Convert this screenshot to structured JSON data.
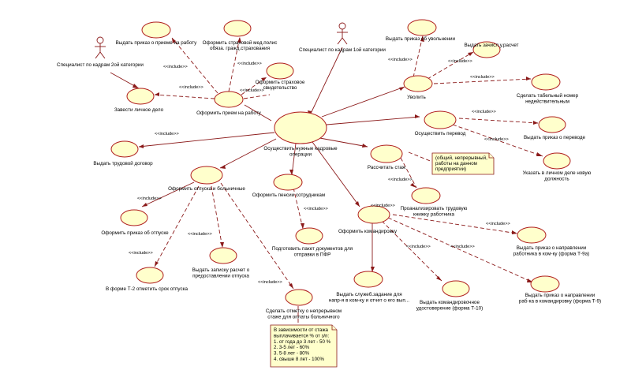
{
  "actors": {
    "cat2": "Специалист по кадрам 2ой категории",
    "cat1": "Специалист по кадрам 1ой категории"
  },
  "use_cases": {
    "main": [
      "Осуществить нужные кадровые",
      "операции"
    ],
    "hire": "Оформить прием на работу",
    "hire_order": "Выдать приказ о приеме на работу",
    "insurance_policy": [
      "Оформить страховой мед.полис",
      "обяза. гражд.страхования"
    ],
    "insurance_cert": [
      "Оформить страховое",
      "свидетельство"
    ],
    "personal_file": "Завести личное дело",
    "labor_contract": "Выдать трудовой договор",
    "dismiss": "Уволить",
    "dismiss_order": "Выдать приказ об увольнении",
    "pay_out": "Выдать зачисл.у.расчет",
    "tab_number": [
      "Сделать табельный номер",
      "недействительным"
    ],
    "transfer": "Осуществить перевод",
    "transfer_order": "Выдать приказ о переводе",
    "new_position": [
      "Указать в личном деле новую",
      "должность"
    ],
    "seniority": "Рассчитать стаж",
    "analyze_book": [
      "Проанализировать трудовую",
      "книжку работника"
    ],
    "vacations": "Оформить отпуска и больничные",
    "vacation_order": "Оформить приказ об отпуске",
    "vacation_calc": [
      "Выдать записку расчет о",
      "предоставлении отпуска"
    ],
    "t2_form": "В форме Т-2 отметить срок отпуска",
    "sick_leave": [
      "Сделать отметку о непрерывном",
      "стаже для оплаты больничного"
    ],
    "pension": "Оформить пенсии сотрудникам",
    "pfr_package": [
      "Подготовить пакет документов для",
      "отправки в ПФР"
    ],
    "business_trip": "Оформить командировку",
    "trip_task": [
      "Выдать служеб.задание для",
      "напр-я в ком-ку и отчет о его вып..."
    ],
    "trip_cert": [
      "Выдать командировочное",
      "удостоверение (форма Т-10)"
    ],
    "trip_order_t9a": [
      "Выдать приказ о направлении",
      "работника в ком-ку (форма Т-9а)"
    ],
    "trip_order_t9": [
      "Выдать приказ о направлении",
      "раб-ка в командировку (форма Т-9)"
    ]
  },
  "include_label": "<<include>>",
  "notes": {
    "continuous": [
      "(общий, непрерывный,",
      "работы на данном",
      "предприятии)"
    ],
    "sick_pay": [
      "В зависимости от стажа",
      "выплачивается % от з/п:",
      "1. от года до 3 лет - 50 %",
      "2. 3-5 лет - 60%",
      "3. 5-8 лет - 80%",
      "4. свыше 8 лет - 100%"
    ]
  }
}
